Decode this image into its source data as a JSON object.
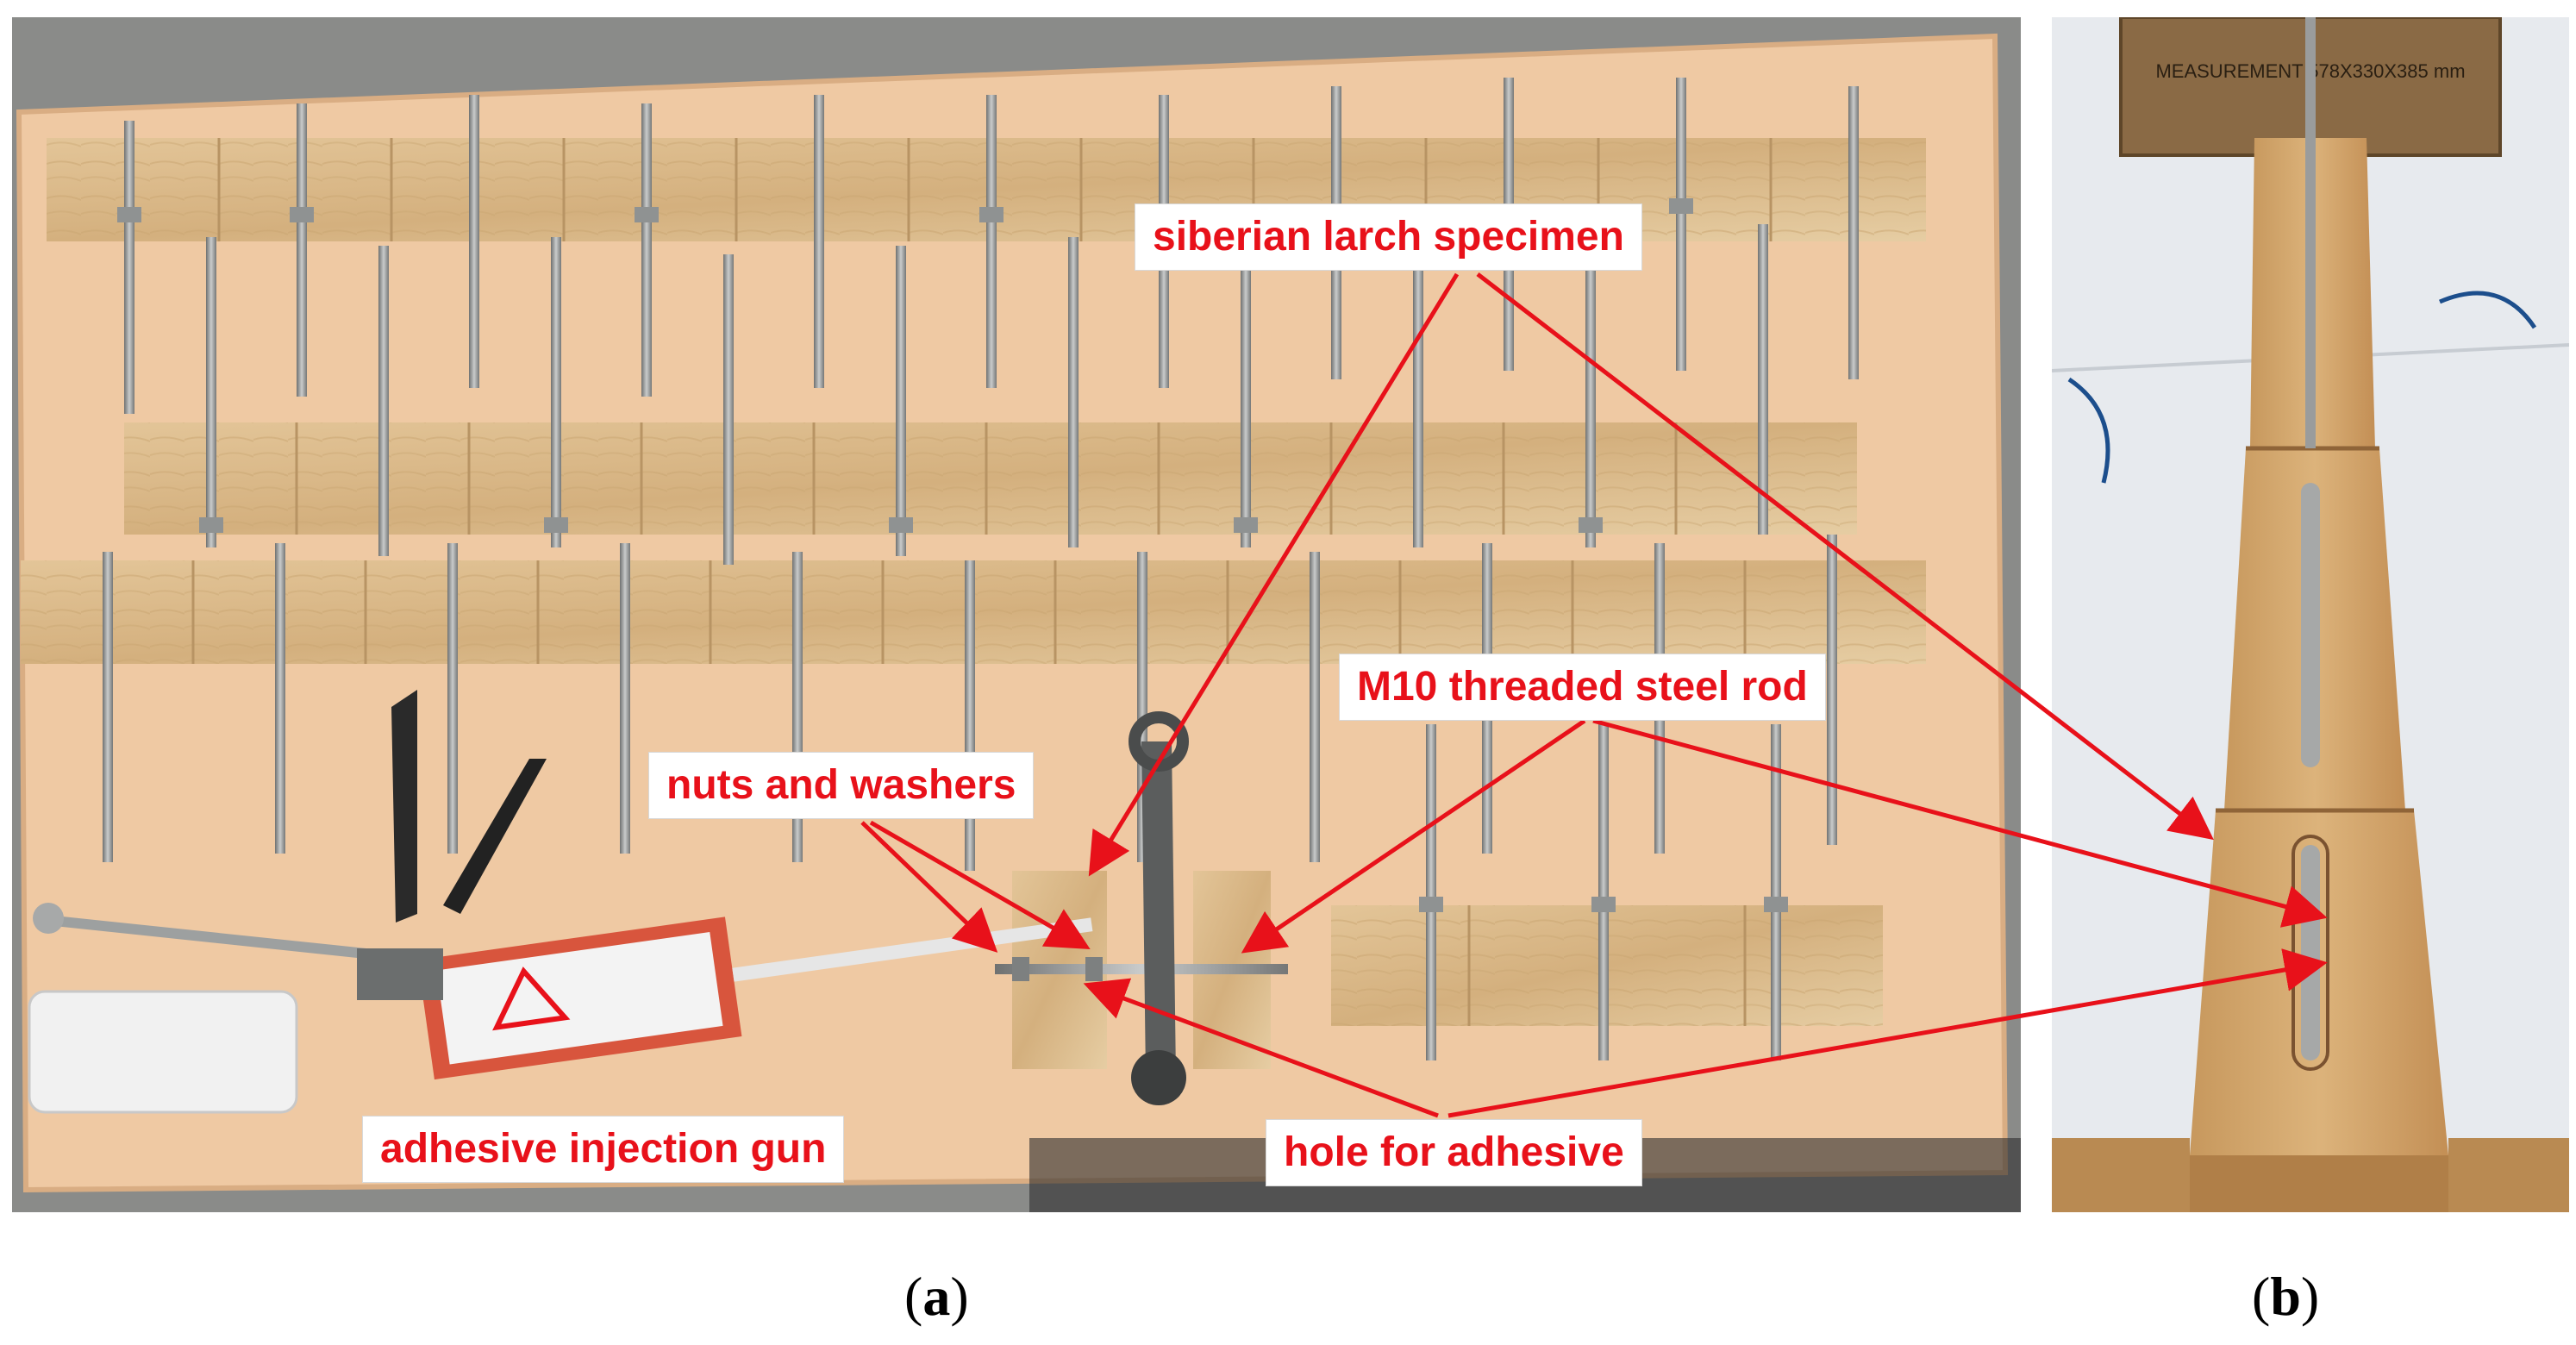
{
  "annotations": {
    "larch": "siberian larch specimen",
    "rod": "M10 threaded steel rod",
    "nuts": "nuts and washers",
    "gun": "adhesive injection gun",
    "hole": "hole for adhesive"
  },
  "box_label": "MEASUREMENT 578X330X385 mm",
  "captions": {
    "a": "a",
    "b": "b"
  },
  "colors": {
    "annotation": "#e8111a",
    "wood": "#d9b98a",
    "rod": "#9a9c9c",
    "board": "#efc7a2"
  }
}
